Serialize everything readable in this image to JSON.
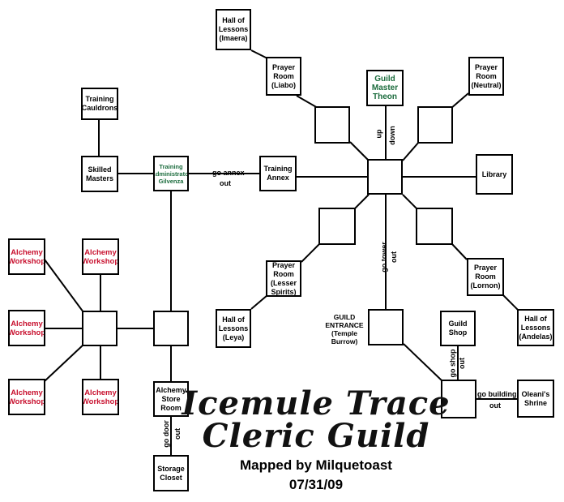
{
  "title_line1": "Icemule Trace",
  "title_line2": "Cleric Guild",
  "credit": "Mapped by Milquetoast",
  "date": "07/31/09",
  "rooms": {
    "hall_imaera": "Hall of\nLessons\n(Imaera)",
    "prayer_liabo": "Prayer\nRoom\n(Liabo)",
    "guild_master_theon": "Guild\nMaster\nTheon",
    "prayer_neutral": "Prayer\nRoom\n(Neutral)",
    "training_cauldrons": "Training\nCauldrons",
    "skilled_masters": "Skilled\nMasters",
    "training_admin": "Training\nAdministrator\nGilvenza",
    "training_annex": "Training\nAnnex",
    "library": "Library",
    "prayer_lesser": "Prayer\nRoom\n(Lesser\nSpirits)",
    "prayer_lornon": "Prayer\nRoom\n(Lornon)",
    "hall_leya": "Hall of\nLessons\n(Leya)",
    "guild_entrance": "GUILD\nENTRANCE\n(Temple\nBurrow)",
    "guild_shop": "Guild\nShop",
    "hall_andelas": "Hall of\nLessons\n(Andelas)",
    "alchemy_workshop": "Alchemy\nWorkshop",
    "alchemy_store_room": "Alchemy\nStore\nRoom",
    "oleani_shrine": "Oleani's\nShrine",
    "storage_closet": "Storage\nCloset",
    "empty": ""
  },
  "exits": {
    "go_annex": "go annex",
    "out": "out",
    "up": "up",
    "down": "down",
    "go_tower": "go tower",
    "go_shop": "go shop",
    "go_building": "go building",
    "go_door": "go door"
  }
}
